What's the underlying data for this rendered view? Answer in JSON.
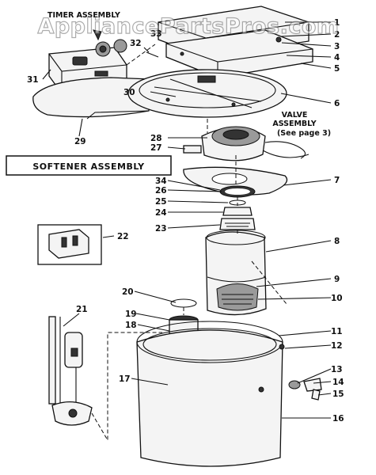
{
  "watermark": "AppliancePartsPros.com",
  "labels": {
    "title_box": "SOFTENER ASSEMBLY",
    "partial_header": "TIMER ASSEMBLY",
    "valve_assembly_line1": "VALVE",
    "valve_assembly_line2": "ASSEMBLY",
    "valve_assembly_line3": "(See page 3)"
  },
  "callouts": [
    "1",
    "2",
    "3",
    "4",
    "5",
    "6",
    "7",
    "8",
    "9",
    "10",
    "11",
    "12",
    "13",
    "14",
    "15",
    "16",
    "17",
    "18",
    "19",
    "20",
    "21",
    "22",
    "23",
    "24",
    "25",
    "26",
    "27",
    "28",
    "29",
    "30",
    "31",
    "32",
    "33",
    "34"
  ]
}
